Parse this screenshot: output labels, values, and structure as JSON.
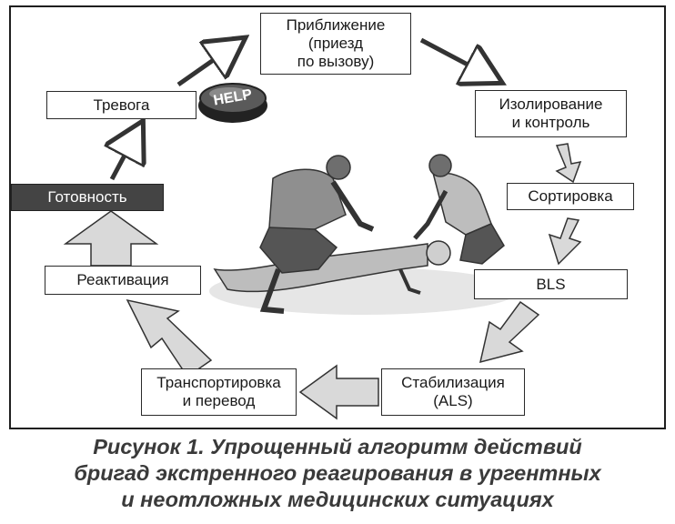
{
  "steps": {
    "approach": "Приближение\n(приезд\nпо вызову)",
    "isolation": "Изолирование\nи контроль",
    "triage": "Сортировка",
    "bls": "BLS",
    "stabilization": "Стабилизация\n(ALS)",
    "transport": "Транспортировка\nи перевод",
    "reactivation": "Реактивация",
    "readiness": "Готовность",
    "alarm": "Тревога"
  },
  "help_button": {
    "label": "HELP"
  },
  "caption": "Рисунок 1. Упрощенный алгоритм действий\nбригад экстренного реагирования в ургентных\nи неотложных медицинских ситуациях",
  "colors": {
    "frame": "#1f1f1f",
    "dark_box": "#444444",
    "arrow_fill": "#d9d9d9",
    "caption": "#3a3a3a"
  }
}
